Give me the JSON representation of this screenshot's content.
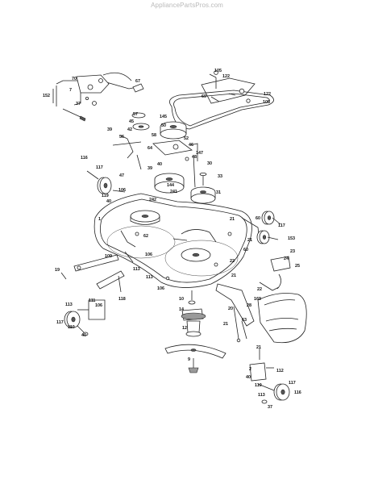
{
  "watermark": "AppliancePartsPros.com",
  "callouts": [
    "70",
    "7",
    "152",
    "37",
    "67",
    "105",
    "122",
    "69",
    "122",
    "105",
    "57",
    "45",
    "42",
    "58",
    "56",
    "39",
    "64",
    "145",
    "50",
    "46",
    "52",
    "48",
    "147",
    "30",
    "40",
    "116",
    "117",
    "47",
    "39",
    "33",
    "106",
    "31",
    "119",
    "40",
    "242",
    "144",
    "241",
    "1",
    "21",
    "60",
    "117",
    "21",
    "153",
    "62",
    "109",
    "106",
    "113",
    "60",
    "22",
    "23",
    "24",
    "25",
    "19",
    "113",
    "106",
    "21",
    "22",
    "28",
    "169",
    "118",
    "10",
    "20",
    "113",
    "111",
    "106",
    "14",
    "21",
    "63",
    "117",
    "110",
    "40",
    "12",
    "9",
    "21",
    "2",
    "112",
    "40",
    "110",
    "117",
    "113",
    "116",
    "37"
  ]
}
